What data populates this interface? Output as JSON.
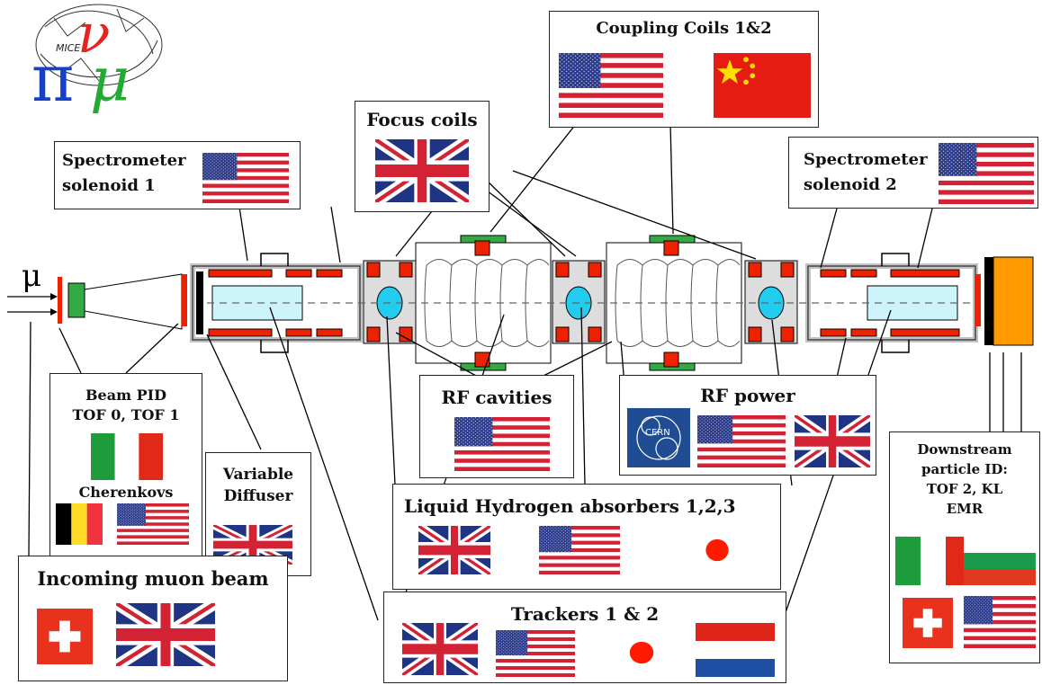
{
  "logo": {
    "text": "MICE"
  },
  "beam_symbol": "μ",
  "labels": {
    "spectrometer1": {
      "line1": "Spectrometer",
      "line2": "solenoid 1"
    },
    "spectrometer2": {
      "line1": "Spectrometer",
      "line2": "solenoid 2"
    },
    "focus_coils": "Focus coils",
    "coupling_coils": "Coupling Coils 1&2",
    "beam_pid": {
      "line1": "Beam PID",
      "line2": "TOF 0, TOF 1",
      "line3": "Cherenkovs"
    },
    "diffuser": {
      "line1": "Variable",
      "line2": "Diffuser"
    },
    "rf_cavities": "RF cavities",
    "rf_power": "RF power",
    "lh2": "Liquid Hydrogen absorbers 1,2,3",
    "trackers": "Trackers 1 & 2",
    "incoming": "Incoming muon beam",
    "downstream": {
      "line1": "Downstream",
      "line2": "particle ID:",
      "line3": "TOF 2, KL",
      "line4": "EMR"
    }
  },
  "flags": {
    "spectrometer1": [
      "usa"
    ],
    "spectrometer2": [
      "usa"
    ],
    "focus_coils": [
      "uk"
    ],
    "coupling_coils": [
      "usa",
      "china"
    ],
    "beam_pid": [
      "italy"
    ],
    "cherenkovs": [
      "belgium",
      "usa"
    ],
    "diffuser": [
      "uk"
    ],
    "rf_cavities": [
      "usa"
    ],
    "rf_power": [
      "cern",
      "usa",
      "uk"
    ],
    "lh2": [
      "uk",
      "usa",
      "japan"
    ],
    "trackers": [
      "uk",
      "usa",
      "japan",
      "netherlands"
    ],
    "incoming": [
      "switzerland",
      "uk"
    ],
    "downstream": [
      "italy",
      "bulgaria",
      "switzerland",
      "usa"
    ]
  },
  "cern_logo_text": "CERN",
  "colors": {
    "magnet": "#ee2200",
    "absorber": "#22ccee",
    "tracker": "#ccf4fa",
    "emr": "#ff9900",
    "pid": "#33aa44"
  }
}
